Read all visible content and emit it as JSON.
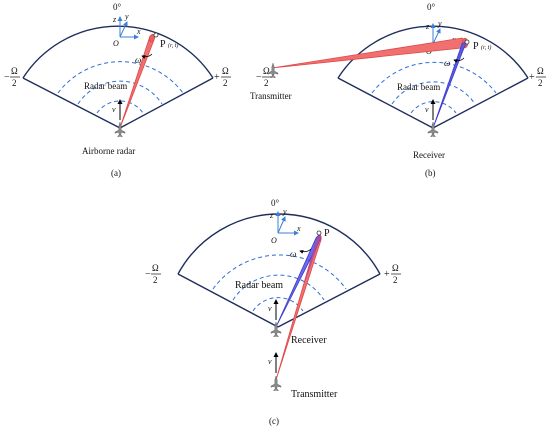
{
  "panels": {
    "a": {
      "caption": "(a)",
      "angle_zero": "0°",
      "minus_omega": "−",
      "plus_omega": "+",
      "omega_num": "Ω",
      "omega_den": "2",
      "beam_label": "Radar beam",
      "platform_label": "Airborne radar",
      "point_label": "P",
      "point_coords": "(r, t)",
      "axis_z": "z",
      "axis_y": "y",
      "axis_x": "x",
      "origin": "O",
      "rotation": "ω",
      "velocity": "v"
    },
    "b": {
      "caption": "(b)",
      "angle_zero": "0°",
      "minus_omega": "−",
      "plus_omega": "+",
      "omega_num": "Ω",
      "omega_den": "2",
      "beam_label": "Radar beam",
      "transmitter_label": "Transmitter",
      "receiver_label": "Receiver",
      "point_label": "P",
      "point_coords": "(r, t)",
      "axis_z": "z",
      "axis_y": "y",
      "axis_x": "x",
      "origin": "O",
      "rotation": "ω",
      "velocity": "v"
    },
    "c": {
      "caption": "(c)",
      "angle_zero": "0°",
      "minus_omega": "−",
      "plus_omega": "+",
      "omega_num": "Ω",
      "omega_den": "2",
      "beam_label": "Radar beam",
      "receiver_label": "Receiver",
      "transmitter_label": "Transmitter",
      "point_label": "P",
      "axis_z": "z",
      "axis_y": "y",
      "axis_x": "x",
      "origin": "O",
      "rotation": "ω",
      "velocity_receiver": "v",
      "velocity_transmitter": "v"
    }
  },
  "colors": {
    "arc": "#1f2d5c",
    "dashed": "#2e6fd6",
    "red_beam": "#f07070",
    "red_beam_stroke": "#e04848",
    "blue_beam": "#5a5ae8",
    "blue_beam_stroke": "#3a3ac8",
    "axes": "#3a7fd8",
    "arrow": "#000000"
  }
}
